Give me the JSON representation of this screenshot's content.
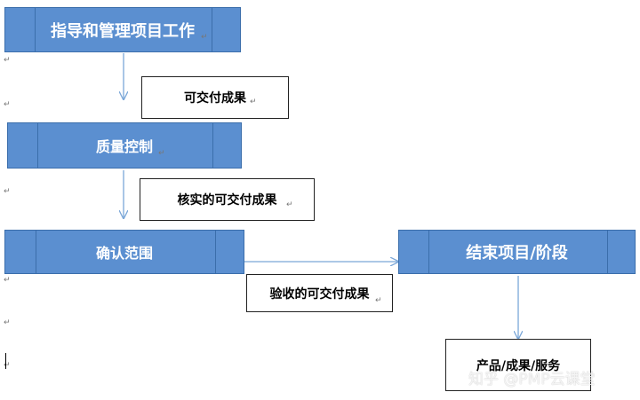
{
  "nodes": {
    "direct_manage": "指导和管理项目工作",
    "quality_control": "质量控制",
    "validate_scope": "确认范围",
    "close_project": "结束项目/阶段"
  },
  "outputs": {
    "deliverables": "可交付成果",
    "verified": "核实的可交付成果",
    "accepted": "验收的可交付成果",
    "final": "产品/成果/服务"
  },
  "watermark": "知乎 @PMP云课堂",
  "colors": {
    "process_fill": "#5b8fd0",
    "process_border": "#3b6eab",
    "arrow": "#7ba7d8"
  }
}
